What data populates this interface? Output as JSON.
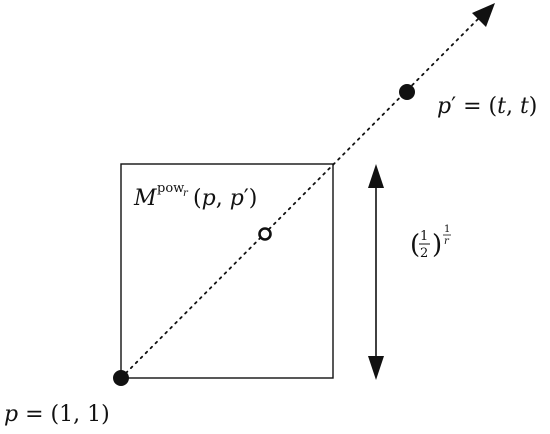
{
  "labels": {
    "p": {
      "var": "p",
      "rest": " = (1, 1)"
    },
    "p_prime": {
      "var": "p",
      "prime": "′",
      "eq": " = (",
      "t1": "t",
      "comma": ", ",
      "t2": "t",
      "close": ")"
    },
    "mean": {
      "M": "M",
      "sup": "pow",
      "sub": "r",
      "open": "(",
      "p1": "p",
      "comma": ", ",
      "p2": "p",
      "prime": "′",
      "close": ")"
    },
    "side": {
      "open": "(",
      "num": "1",
      "den": "2",
      "close": ")",
      "exp_num": "1",
      "exp_den": "r"
    }
  },
  "colors": {
    "ink": "#111111",
    "background": "#ffffff"
  }
}
